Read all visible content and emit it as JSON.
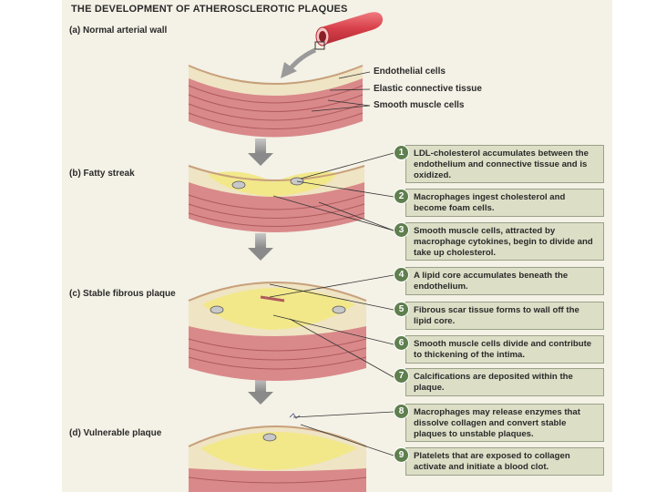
{
  "title": "THE DEVELOPMENT OF ATHEROSCLEROTIC PLAQUES",
  "sections": {
    "a": "(a) Normal arterial wall",
    "b": "(b) Fatty streak",
    "c": "(c) Stable fibrous plaque",
    "d": "(d) Vulnerable plaque"
  },
  "labels": {
    "endothelial": "Endothelial cells",
    "elastic": "Elastic connective tissue",
    "smooth_muscle": "Smooth muscle cells"
  },
  "steps": [
    {
      "num": "1",
      "text": "LDL-cholesterol accumulates between the endothelium and connective tissue and is oxidized."
    },
    {
      "num": "2",
      "text": "Macrophages ingest cholesterol and become foam cells."
    },
    {
      "num": "3",
      "text": "Smooth muscle cells, attracted by macrophage cytokines, begin to divide and take up cholesterol."
    },
    {
      "num": "4",
      "text": "A lipid core accumulates beneath the endothelium."
    },
    {
      "num": "5",
      "text": "Fibrous scar tissue forms to wall off the lipid core."
    },
    {
      "num": "6",
      "text": "Smooth muscle cells divide and contribute to thickening of the intima."
    },
    {
      "num": "7",
      "text": "Calcifications are deposited within the plaque."
    },
    {
      "num": "8",
      "text": "Macrophages may release enzymes that dissolve collagen and convert stable plaques to unstable plaques."
    },
    {
      "num": "9",
      "text": "Platelets that are exposed to collagen activate and initiate a blood clot."
    }
  ],
  "colors": {
    "muscle": "#d9898a",
    "muscle_line": "#b05a5e",
    "lipid": "#f2e88a",
    "connective": "#efe4c4",
    "callout": "#dcdfc6",
    "badge": "#5f7f4f",
    "artery": "#e0505a"
  }
}
